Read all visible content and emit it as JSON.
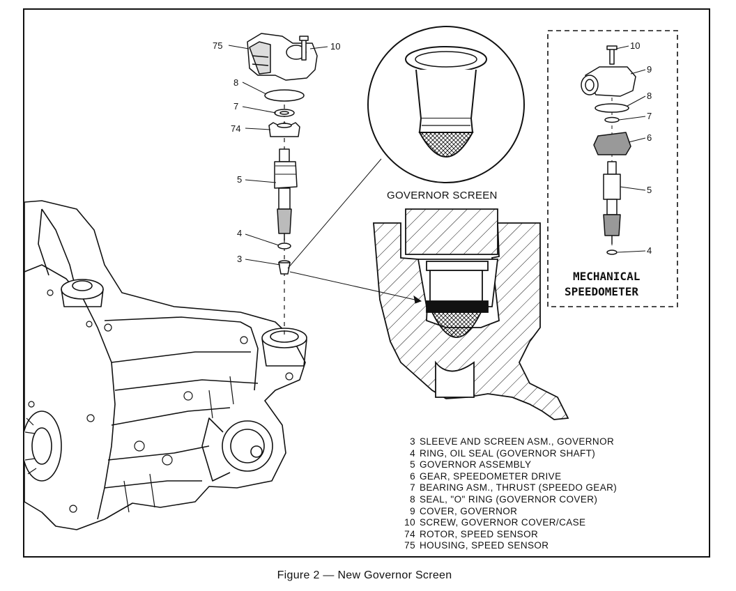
{
  "callouts": {
    "main_75": "75",
    "main_10": "10",
    "main_8": "8",
    "main_7": "7",
    "main_74": "74",
    "main_5": "5",
    "main_4": "4",
    "main_3": "3",
    "mech_10": "10",
    "mech_9": "9",
    "mech_8": "8",
    "mech_7": "7",
    "mech_6": "6",
    "mech_5": "5",
    "mech_4": "4"
  },
  "governor_screen_label": "GOVERNOR SCREEN",
  "mechanical_label": {
    "line1": "MECHANICAL",
    "line2": "SPEEDOMETER"
  },
  "legend": [
    {
      "num": "3",
      "text": "SLEEVE AND SCREEN ASM., GOVERNOR"
    },
    {
      "num": "4",
      "text": "RING, OIL SEAL (GOVERNOR SHAFT)"
    },
    {
      "num": "5",
      "text": "GOVERNOR ASSEMBLY"
    },
    {
      "num": "6",
      "text": "GEAR, SPEEDOMETER DRIVE"
    },
    {
      "num": "7",
      "text": "BEARING ASM., THRUST (SPEEDO GEAR)"
    },
    {
      "num": "8",
      "text": "SEAL, \"O\" RING (GOVERNOR COVER)"
    },
    {
      "num": "9",
      "text": "COVER, GOVERNOR"
    },
    {
      "num": "10",
      "text": "SCREW, GOVERNOR COVER/CASE"
    },
    {
      "num": "74",
      "text": "ROTOR, SPEED SENSOR"
    },
    {
      "num": "75",
      "text": "HOUSING, SPEED SENSOR"
    }
  ],
  "figure_caption": "Figure 2 — New Governor Screen"
}
